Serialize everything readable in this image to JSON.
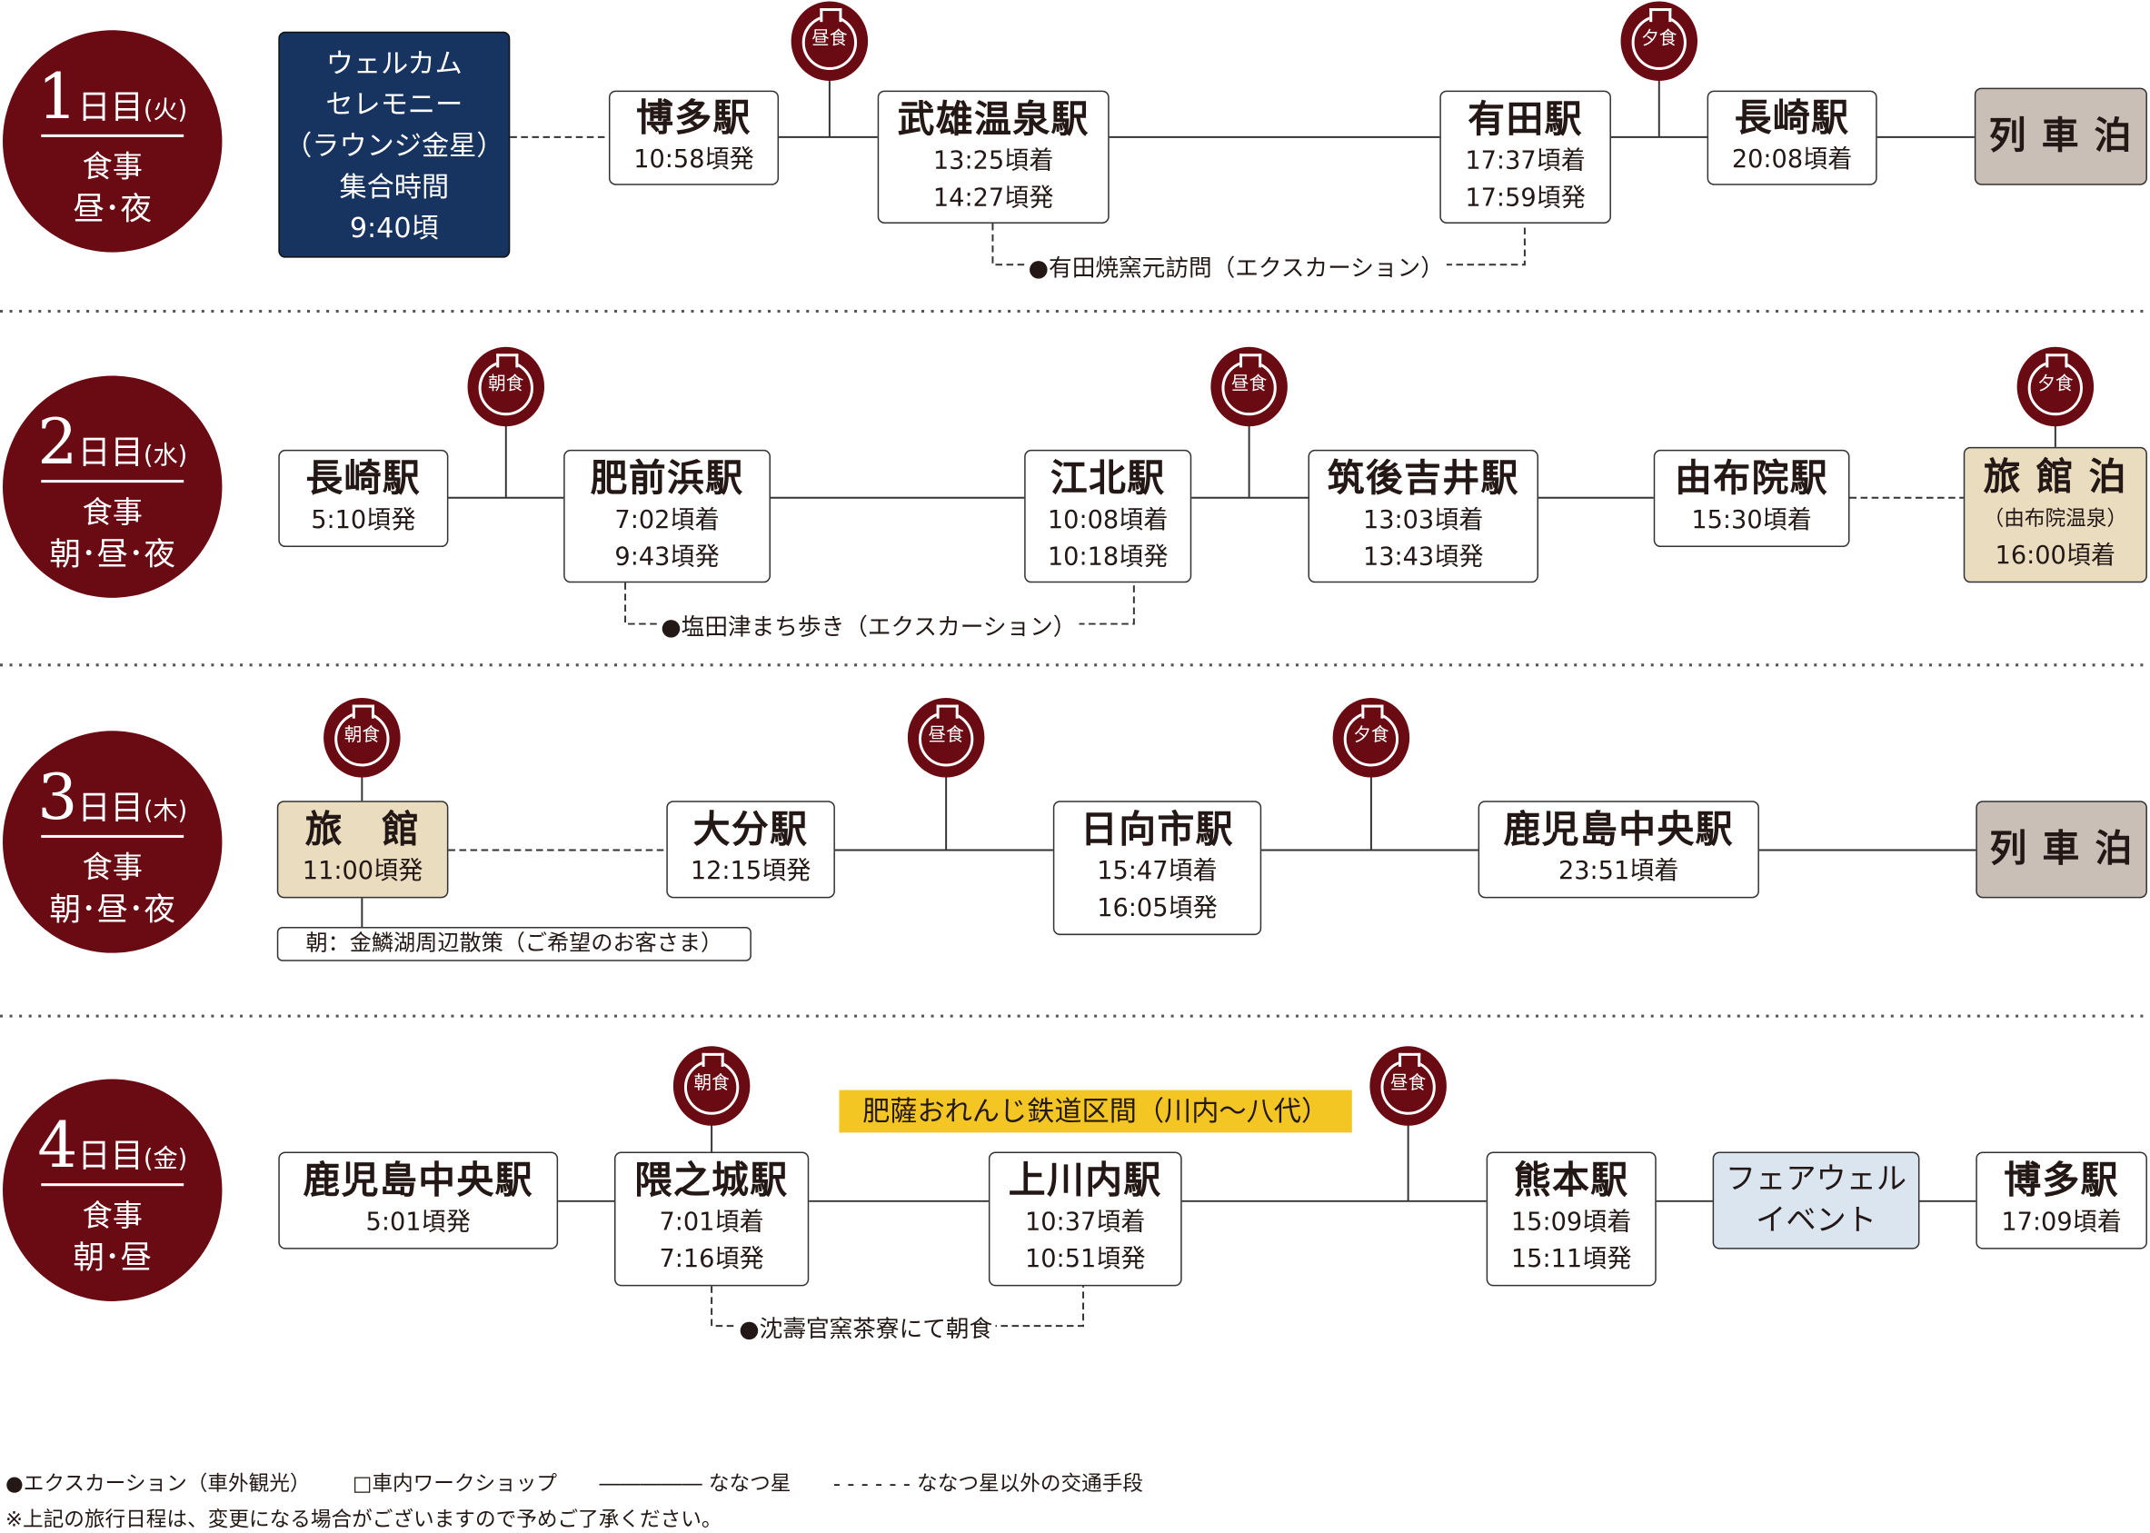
{
  "days": [
    {
      "num": "1",
      "day": "日目",
      "weekday": "(火)",
      "meals_label": "食事",
      "meals": "昼･夜"
    },
    {
      "num": "2",
      "day": "日目",
      "weekday": "(水)",
      "meals_label": "食事",
      "meals": "朝･昼･夜"
    },
    {
      "num": "3",
      "day": "日目",
      "weekday": "(木)",
      "meals_label": "食事",
      "meals": "朝･昼･夜"
    },
    {
      "num": "4",
      "day": "日目",
      "weekday": "(金)",
      "meals_label": "食事",
      "meals": "朝･昼"
    }
  ],
  "row1": {
    "welcome": [
      "ウェルカム",
      "セレモニー",
      "（ラウンジ金星）",
      "集合時間",
      "9:40頃"
    ],
    "stops": [
      {
        "name": "博多駅",
        "times": [
          "10:58頃発"
        ]
      },
      {
        "name": "武雄温泉駅",
        "times": [
          "13:25頃着",
          "14:27頃発"
        ]
      },
      {
        "name": "有田駅",
        "times": [
          "17:37頃着",
          "17:59頃発"
        ]
      },
      {
        "name": "長崎駅",
        "times": [
          "20:08頃着"
        ]
      },
      {
        "name": "列 車 泊"
      }
    ],
    "meals": [
      "昼食",
      "夕食"
    ],
    "excursion": "●有田焼窯元訪問（エクスカーション）"
  },
  "row2": {
    "stops": [
      {
        "name": "長崎駅",
        "times": [
          "5:10頃発"
        ]
      },
      {
        "name": "肥前浜駅",
        "times": [
          "7:02頃着",
          "9:43頃発"
        ]
      },
      {
        "name": "江北駅",
        "times": [
          "10:08頃着",
          "10:18頃発"
        ]
      },
      {
        "name": "筑後吉井駅",
        "times": [
          "13:03頃着",
          "13:43頃発"
        ]
      },
      {
        "name": "由布院駅",
        "times": [
          "15:30頃着"
        ]
      },
      {
        "name": "旅 館 泊",
        "times": [
          "（由布院温泉）",
          "16:00頃着"
        ]
      }
    ],
    "meals": [
      "朝食",
      "昼食",
      "夕食"
    ],
    "excursion": "●塩田津まち歩き（エクスカーション）"
  },
  "row3": {
    "stops": [
      {
        "name": "旅　館",
        "times": [
          "11:00頃発"
        ]
      },
      {
        "name": "大分駅",
        "times": [
          "12:15頃発"
        ]
      },
      {
        "name": "日向市駅",
        "times": [
          "15:47頃着",
          "16:05頃発"
        ]
      },
      {
        "name": "鹿児島中央駅",
        "times": [
          "23:51頃着"
        ]
      },
      {
        "name": "列 車 泊"
      }
    ],
    "meals": [
      "朝食",
      "昼食",
      "夕食"
    ],
    "note": "朝：金鱗湖周辺散策（ご希望のお客さま）"
  },
  "row4": {
    "stops": [
      {
        "name": "鹿児島中央駅",
        "times": [
          "5:01頃発"
        ]
      },
      {
        "name": "隈之城駅",
        "times": [
          "7:01頃着",
          "7:16頃発"
        ]
      },
      {
        "name": "上川内駅",
        "times": [
          "10:37頃着",
          "10:51頃発"
        ]
      },
      {
        "name": "熊本駅",
        "times": [
          "15:09頃着",
          "15:11頃発"
        ]
      },
      {
        "name": "",
        "times": [
          "フェアウェル",
          "イベント"
        ]
      },
      {
        "name": "博多駅",
        "times": [
          "17:09頃着"
        ]
      }
    ],
    "meals": [
      "朝食",
      "昼食"
    ],
    "section_label": "肥薩おれんじ鉄道区間（川内〜八代）",
    "excursion": "●沈壽官窯茶寮にて朝食"
  },
  "legend": {
    "excursion": "●エクスカーション（車外観光）",
    "workshop": "□車内ワークショップ",
    "nanatsuboshi": "――――― ななつ星",
    "other": "- - - - - - ななつ星以外の交通手段",
    "disclaimer": "※上記の旅行日程は、変更になる場合がございますので予めご了承ください。"
  },
  "colors": {
    "day_circle": "#6a0a12",
    "welcome": "#17335f",
    "train": "#c9bfb7",
    "inn": "#e9dcbf",
    "farewell": "#dbe5f0",
    "section": "#f3c623"
  }
}
